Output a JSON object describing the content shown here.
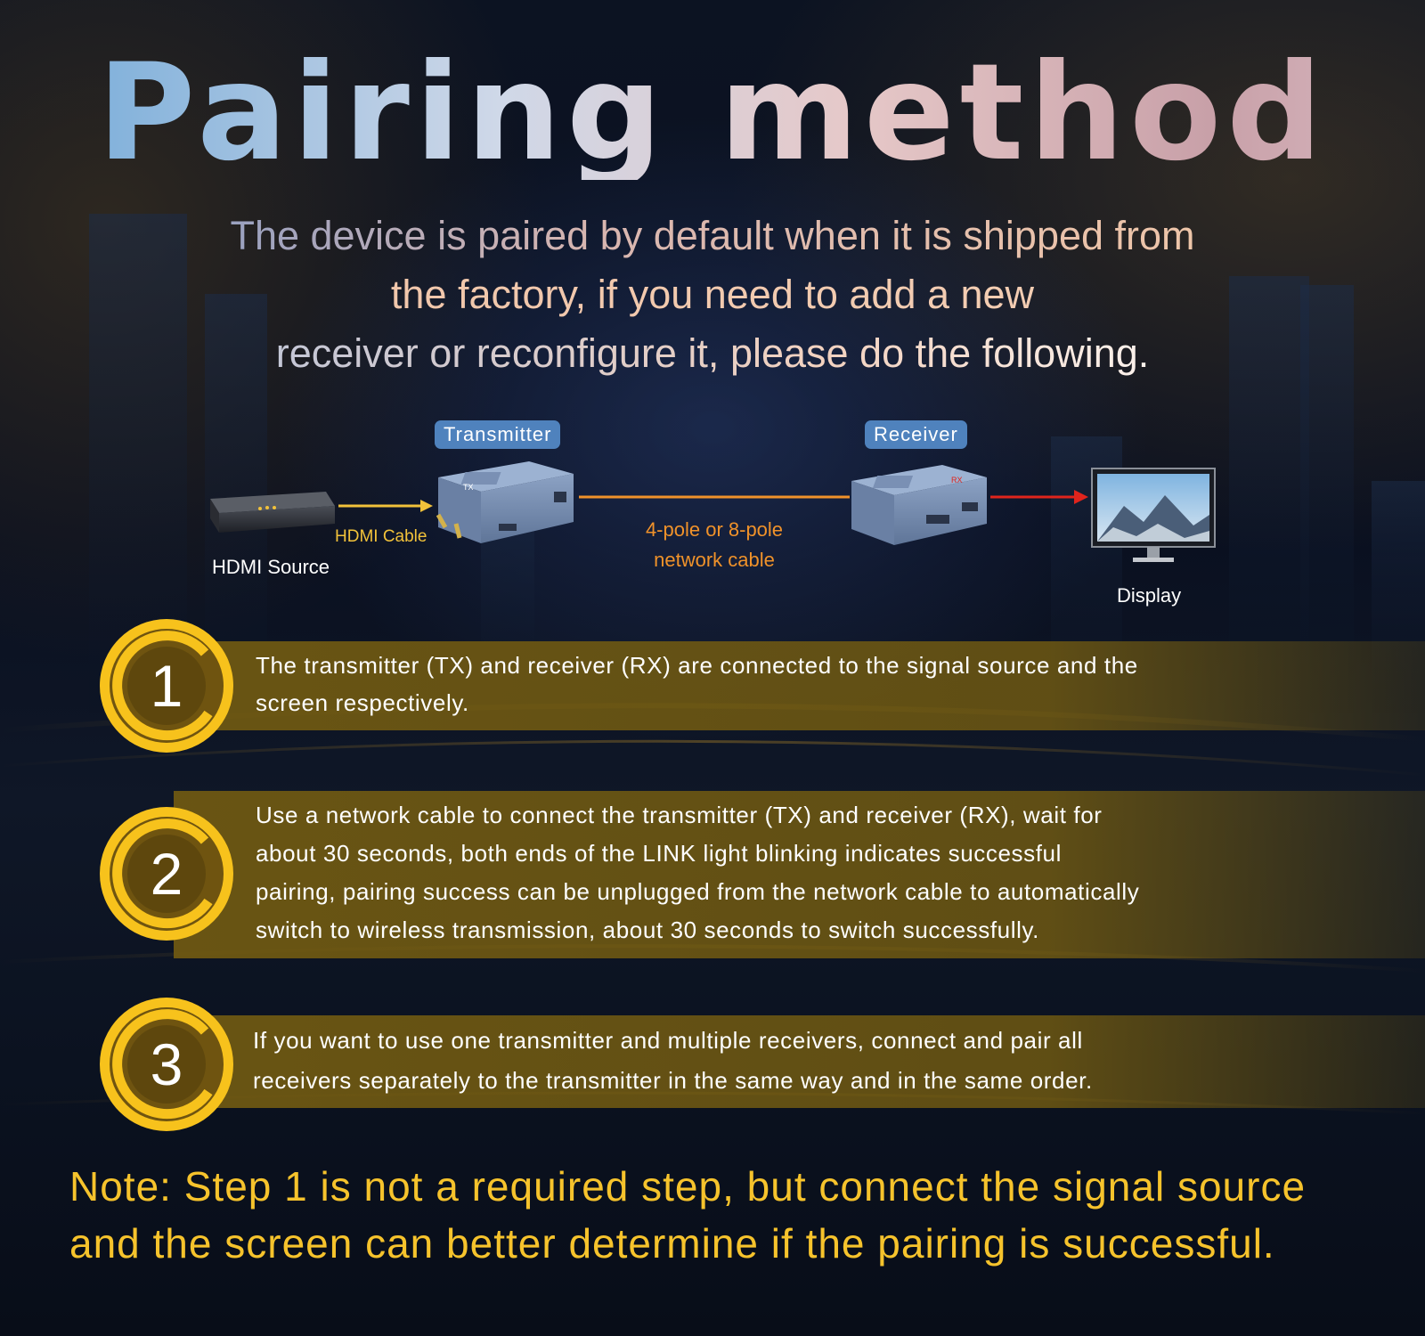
{
  "title": "Pairing method",
  "subtitle": {
    "line1": "The device is paired by default when it is shipped from",
    "line2": "the factory, if you need to add a new",
    "line3": "receiver or reconfigure it, please do the following."
  },
  "diagram": {
    "transmitter_tag": "Transmitter",
    "receiver_tag": "Receiver",
    "hdmi_source_label": "HDMI Source",
    "hdmi_cable_label": "HDMI Cable",
    "network_cable_line1": "4-pole or 8-pole",
    "network_cable_line2": "network cable",
    "display_label": "Display",
    "tx_mark": "TX",
    "rx_mark": "RX"
  },
  "steps": [
    {
      "number": "1",
      "lines": [
        "The transmitter (TX) and receiver (RX) are connected to the signal source and the",
        "screen respectively."
      ]
    },
    {
      "number": "2",
      "lines": [
        "Use a network cable to connect the transmitter (TX) and receiver (RX),  wait for",
        "about 30 seconds, both ends of the LINK light blinking indicates successful",
        "pairing, pairing success can be unplugged from the network cable to automatically",
        "switch to wireless transmission, about 30 seconds to switch successfully."
      ]
    },
    {
      "number": "3",
      "lines": [
        "If you want to use one transmitter and multiple receivers, connect and pair all",
        "receivers separately to the transmitter in the same way and in the same order."
      ]
    }
  ],
  "note": {
    "line1": "Note: Step 1 is not a required step, but connect the signal source",
    "line2": "and the screen can better determine if the pairing is successful."
  },
  "colors": {
    "accent_yellow": "#f6c32c",
    "tag_blue": "#4f82bd",
    "cable_orange": "#f0922a",
    "arrow_red": "#e0241c"
  }
}
